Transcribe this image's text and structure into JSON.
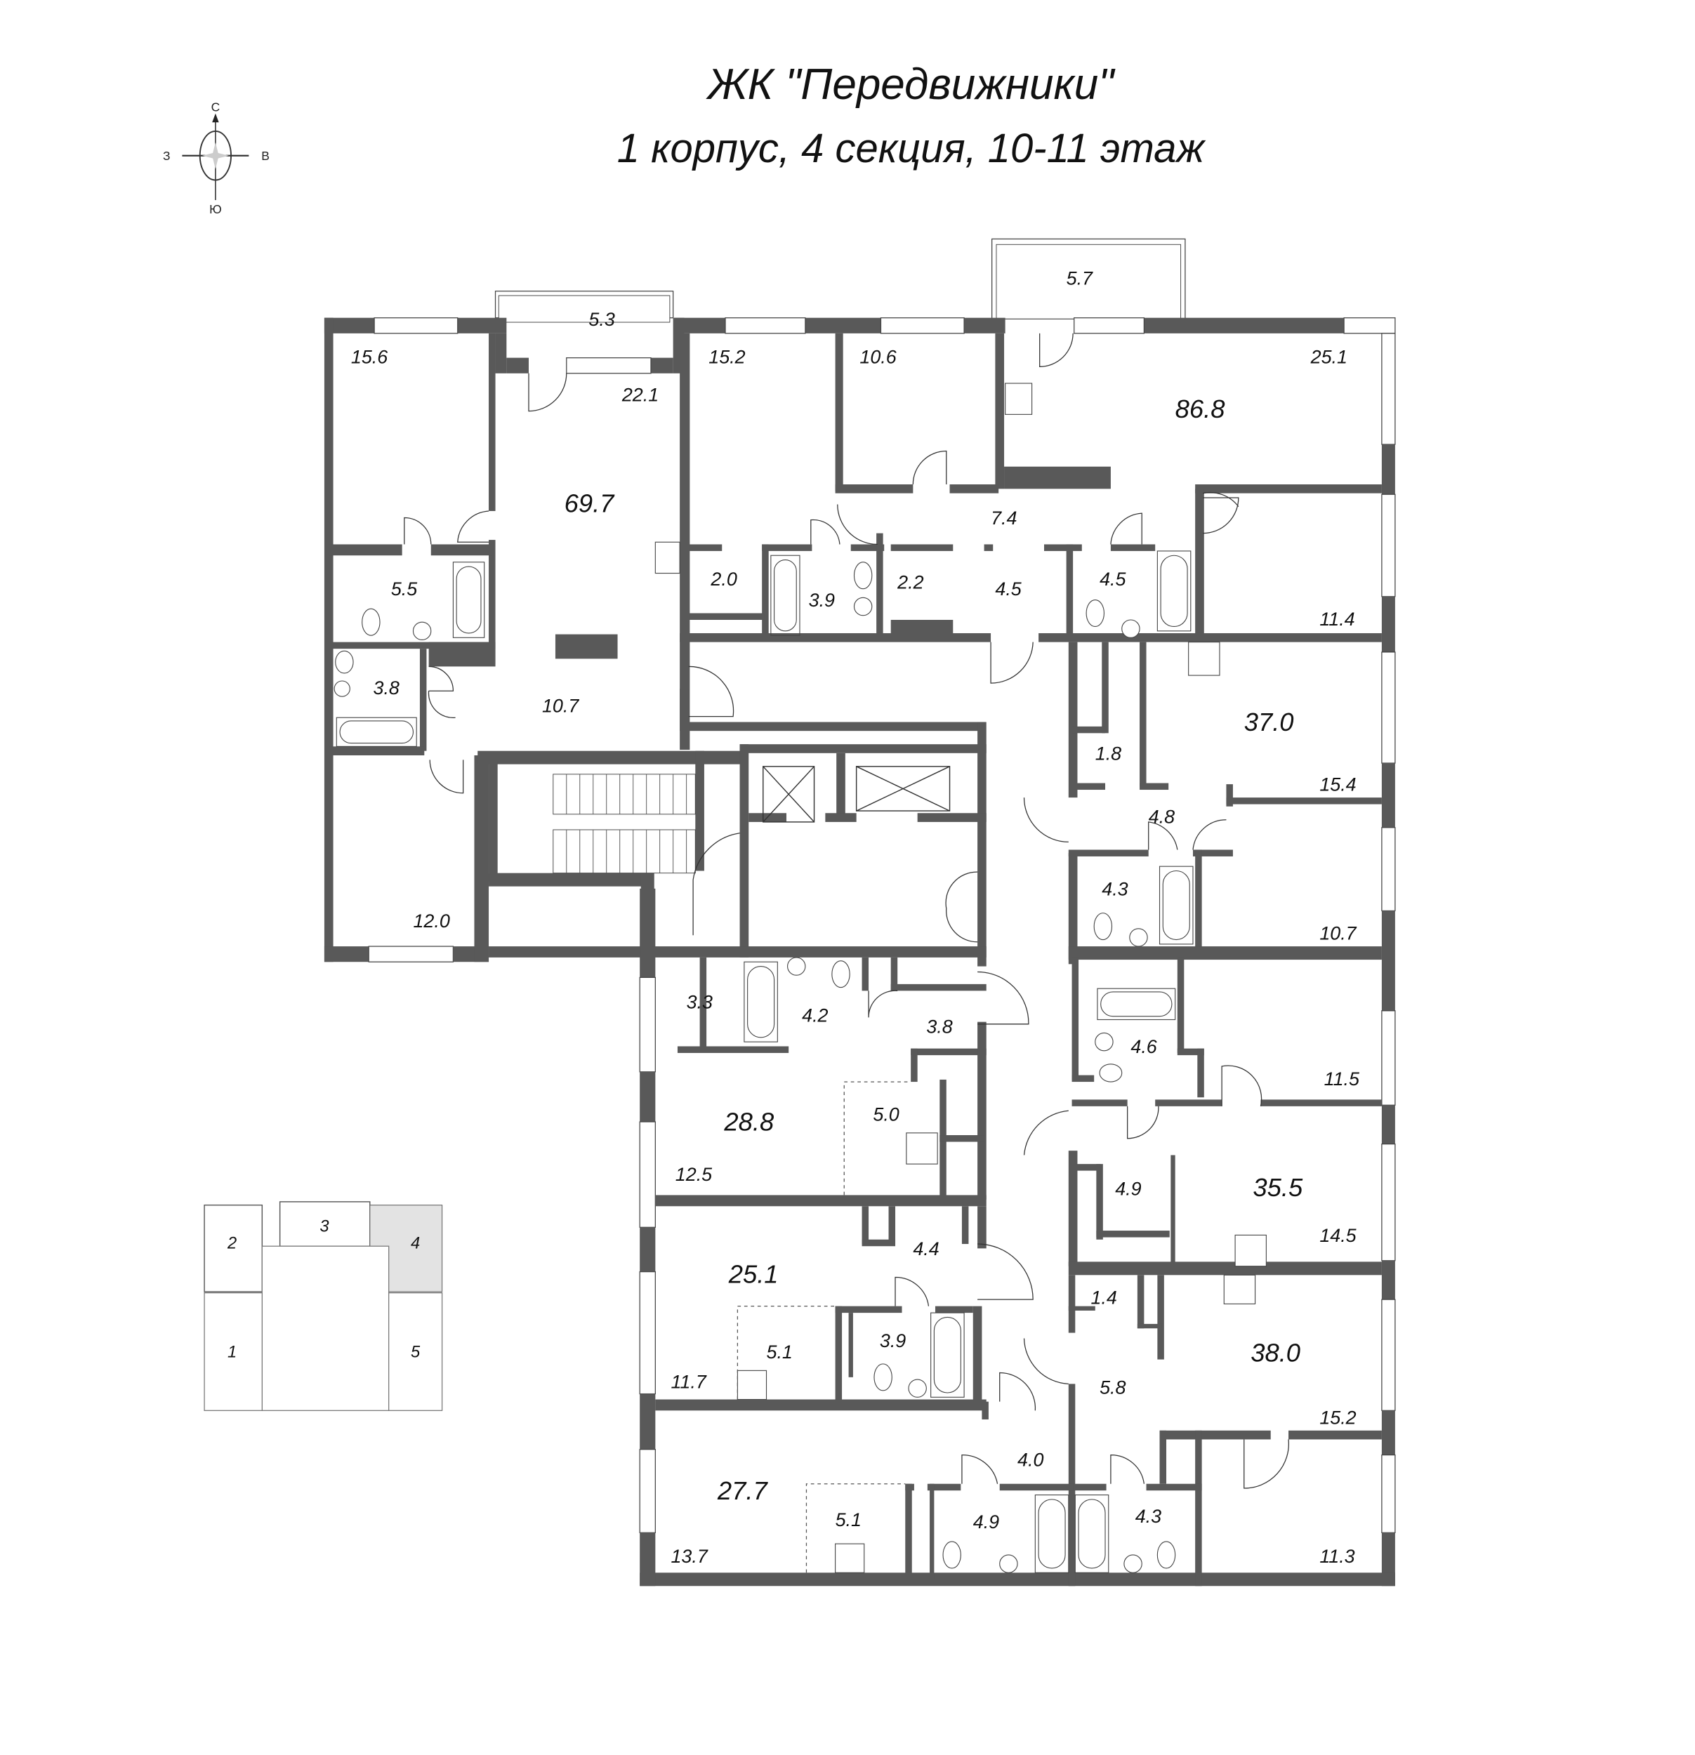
{
  "header": {
    "title": "ЖК \"Передвижники\"",
    "subtitle": "1 корпус, 4 секция, 10-11 этаж"
  },
  "compass": {
    "north": "С",
    "south": "Ю",
    "west": "З",
    "east": "В"
  },
  "apartments": [
    {
      "total": "69.7",
      "rooms": [
        "15.6",
        "22.1",
        "5.3",
        "5.5",
        "3.8",
        "10.7",
        "12.0"
      ]
    },
    {
      "total": "86.8",
      "rooms": [
        "15.2",
        "10.6",
        "5.7",
        "25.1",
        "2.0",
        "3.9",
        "2.2",
        "7.4",
        "4.5",
        "4.5",
        "11.4"
      ]
    },
    {
      "total": "37.0",
      "rooms": [
        "1.8",
        "4.8",
        "15.4",
        "4.3",
        "10.7"
      ]
    },
    {
      "total": "28.8",
      "rooms": [
        "3.3",
        "4.2",
        "3.8",
        "5.0",
        "12.5"
      ]
    },
    {
      "total": "35.5",
      "rooms": [
        "4.6",
        "11.5",
        "4.9",
        "14.5"
      ]
    },
    {
      "total": "25.1",
      "rooms": [
        "4.4",
        "5.1",
        "3.9",
        "11.7"
      ]
    },
    {
      "total": "38.0",
      "rooms": [
        "1.4",
        "5.8",
        "15.2",
        "4.3",
        "11.3"
      ]
    },
    {
      "total": "27.7",
      "rooms": [
        "4.0",
        "5.1",
        "4.9",
        "13.7"
      ]
    }
  ],
  "labels": {
    "a1_total": "69.7",
    "a1_r1": "15.6",
    "a1_r2": "22.1",
    "a1_balcony": "5.3",
    "a1_bath1": "5.5",
    "a1_bath2": "3.8",
    "a1_hall": "10.7",
    "a1_r3": "12.0",
    "a2_total": "86.8",
    "a2_r1": "15.2",
    "a2_r2": "10.6",
    "a2_balcony": "5.7",
    "a2_r3": "25.1",
    "a2_closet1": "2.0",
    "a2_bath1": "3.9",
    "a2_closet2": "2.2",
    "a2_hall1": "7.4",
    "a2_hall2": "4.5",
    "a2_bath2": "4.5",
    "a2_r4": "11.4",
    "a3_total": "37.0",
    "a3_closet": "1.8",
    "a3_hall": "4.8",
    "a3_r1": "15.4",
    "a3_bath": "4.3",
    "a3_r2": "10.7",
    "a4_total": "28.8",
    "a4_closet": "3.3",
    "a4_bath": "4.2",
    "a4_hall": "3.8",
    "a4_kitchen": "5.0",
    "a4_r1": "12.5",
    "a5_total": "35.5",
    "a5_bath": "4.6",
    "a5_r1": "11.5",
    "a5_hall": "4.9",
    "a5_r2": "14.5",
    "a6_total": "25.1",
    "a6_hall": "4.4",
    "a6_kitchen": "5.1",
    "a6_bath": "3.9",
    "a6_r1": "11.7",
    "a7_total": "38.0",
    "a7_closet": "1.4",
    "a7_hall": "5.8",
    "a7_r1": "15.2",
    "a7_bath": "4.3",
    "a7_r2": "11.3",
    "a8_total": "27.7",
    "a8_hall": "4.0",
    "a8_kitchen": "5.1",
    "a8_bath": "4.9",
    "a8_r1": "13.7"
  },
  "section_map": {
    "sections": [
      "1",
      "2",
      "3",
      "4",
      "5"
    ],
    "highlighted": "4",
    "highlight_color": "#e3e3e3"
  },
  "colors": {
    "wall": "#595959",
    "line": "#333333",
    "background": "#ffffff"
  }
}
